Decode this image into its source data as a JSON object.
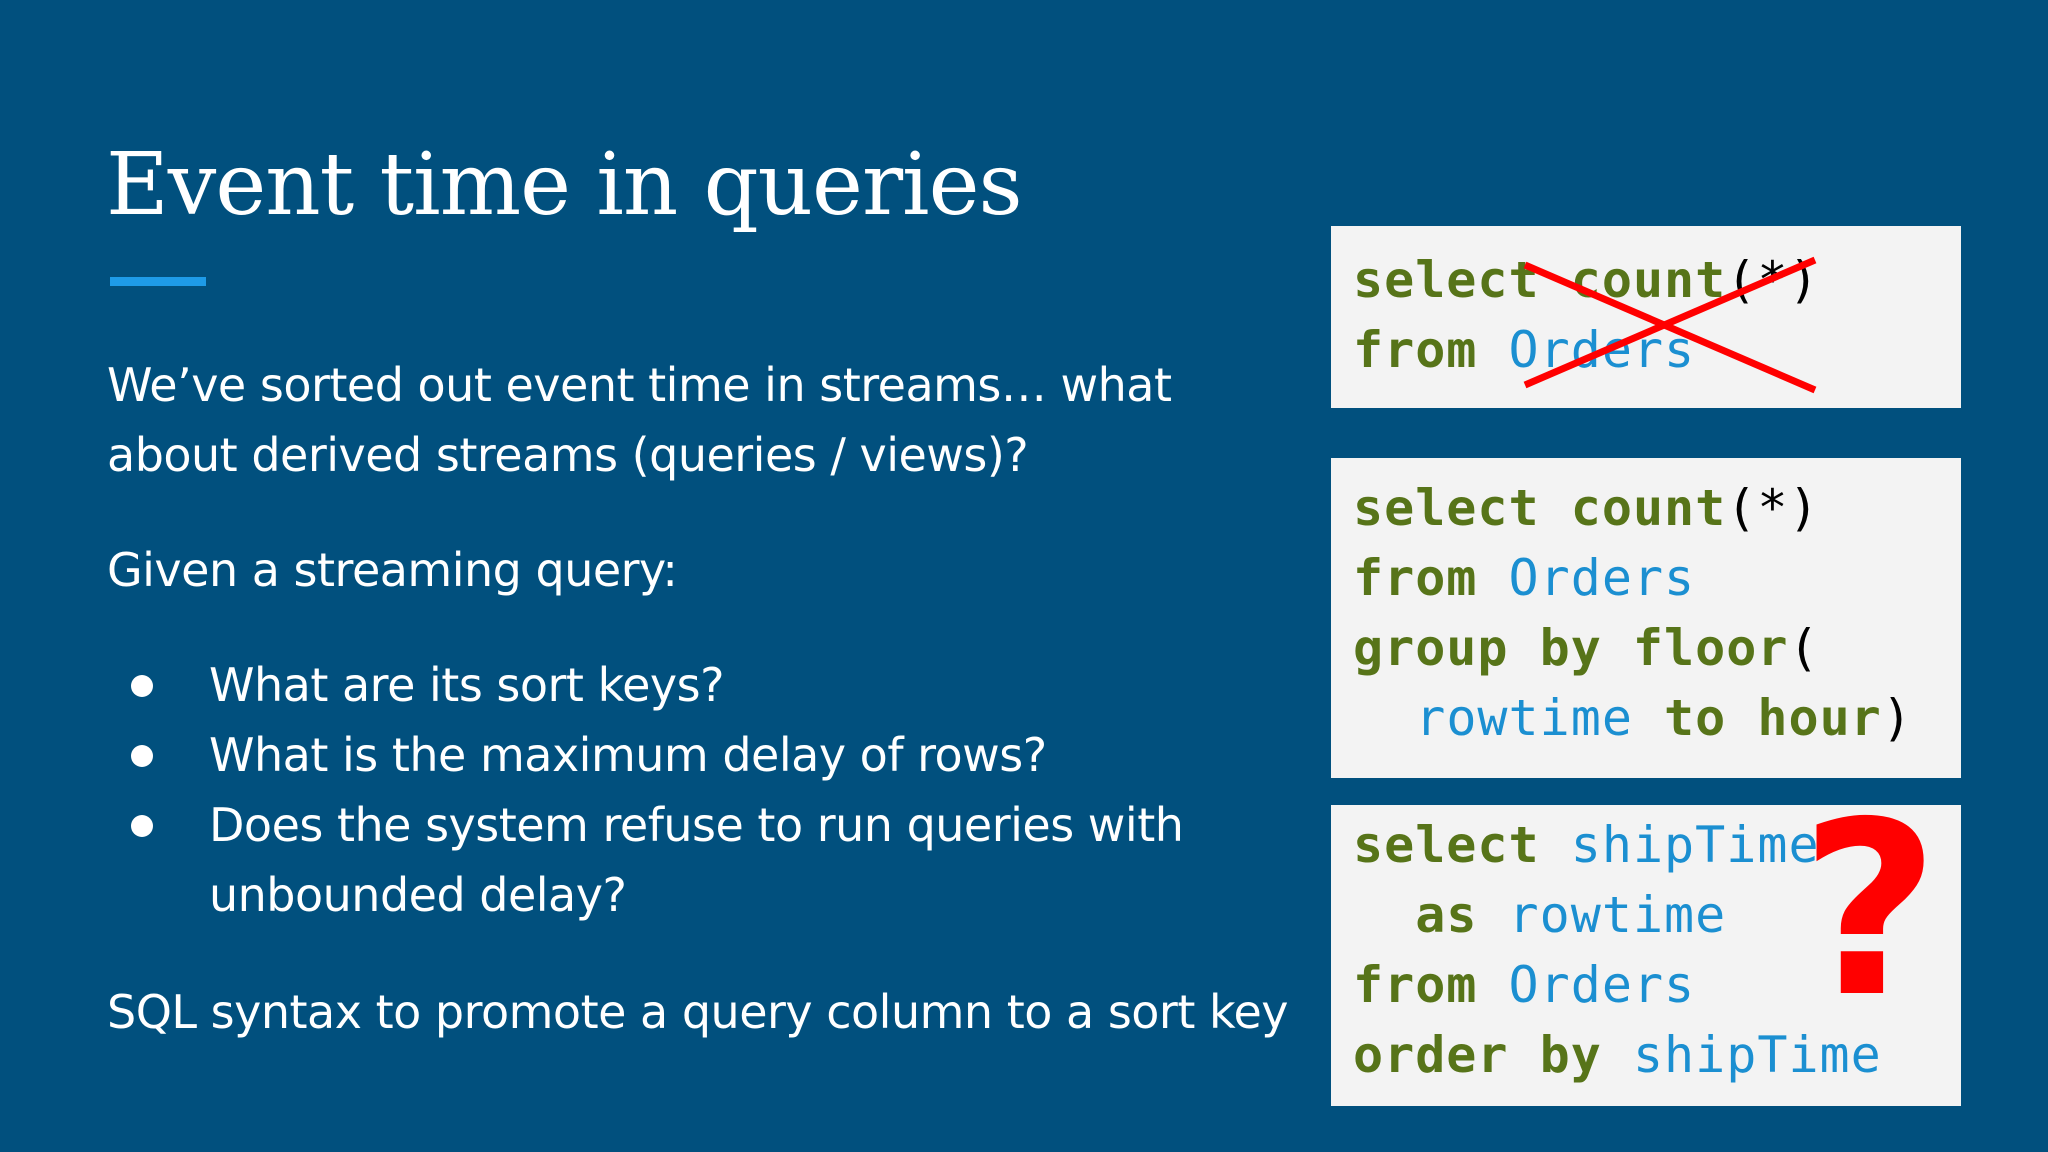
{
  "slide": {
    "title": "Event time in queries",
    "para1_line1": "We’ve sorted out event time in streams… what",
    "para1_line2": "about derived streams (queries / views)?",
    "para2": "Given a streaming query:",
    "bullets": [
      "What are its sort keys?",
      "What is the maximum delay of rows?",
      "Does the system refuse to run queries with",
      "unbounded delay?"
    ],
    "para3": "SQL syntax to promote a query column to a sort key"
  },
  "code1": {
    "l1_kw": "select",
    "l1_fn": "count",
    "l1_args": "(*)",
    "l2_kw": "from",
    "l2_id": "Orders"
  },
  "code2": {
    "l1_kw": "select",
    "l1_fn": "count",
    "l1_args": "(*)",
    "l2_kw": "from",
    "l2_id": "Orders",
    "l3_kw": "group by floor",
    "l3_p": "(",
    "l4_id": "rowtime",
    "l4_kw1": "to",
    "l4_kw2": "hour",
    "l4_p": ")"
  },
  "code3": {
    "l1_kw": "select",
    "l1_id": "shipTime",
    "l2_kw": "as",
    "l2_id": "rowtime",
    "l3_kw": "from",
    "l3_id": "Orders",
    "l4_kw": "order by",
    "l4_id": "shipTime"
  },
  "annotations": {
    "question_mark": "?"
  },
  "colors": {
    "background": "#01507e",
    "accent_rule": "#1e9be8",
    "keyword": "#577419",
    "identifier": "#1b8fd1",
    "alert": "#ff0000"
  }
}
